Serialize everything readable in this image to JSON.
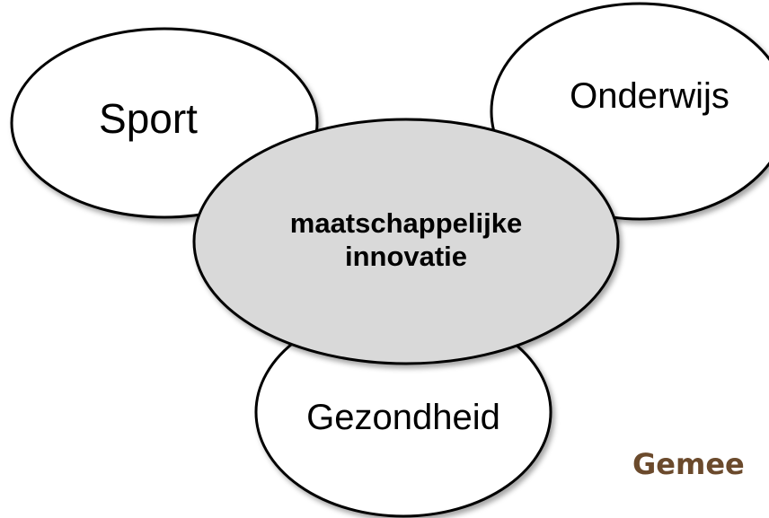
{
  "diagram": {
    "center": {
      "lines": [
        "maatschappelijke",
        "innovatie"
      ]
    },
    "nodes": {
      "sport": "Sport",
      "onderwijs": "Onderwijs",
      "gezondheid": "Gezondheid"
    }
  },
  "brand_partial": "Gemee",
  "colors": {
    "center_fill": "#d9d9d9",
    "outline": "#000000",
    "brand_text": "#6b4a2c"
  }
}
